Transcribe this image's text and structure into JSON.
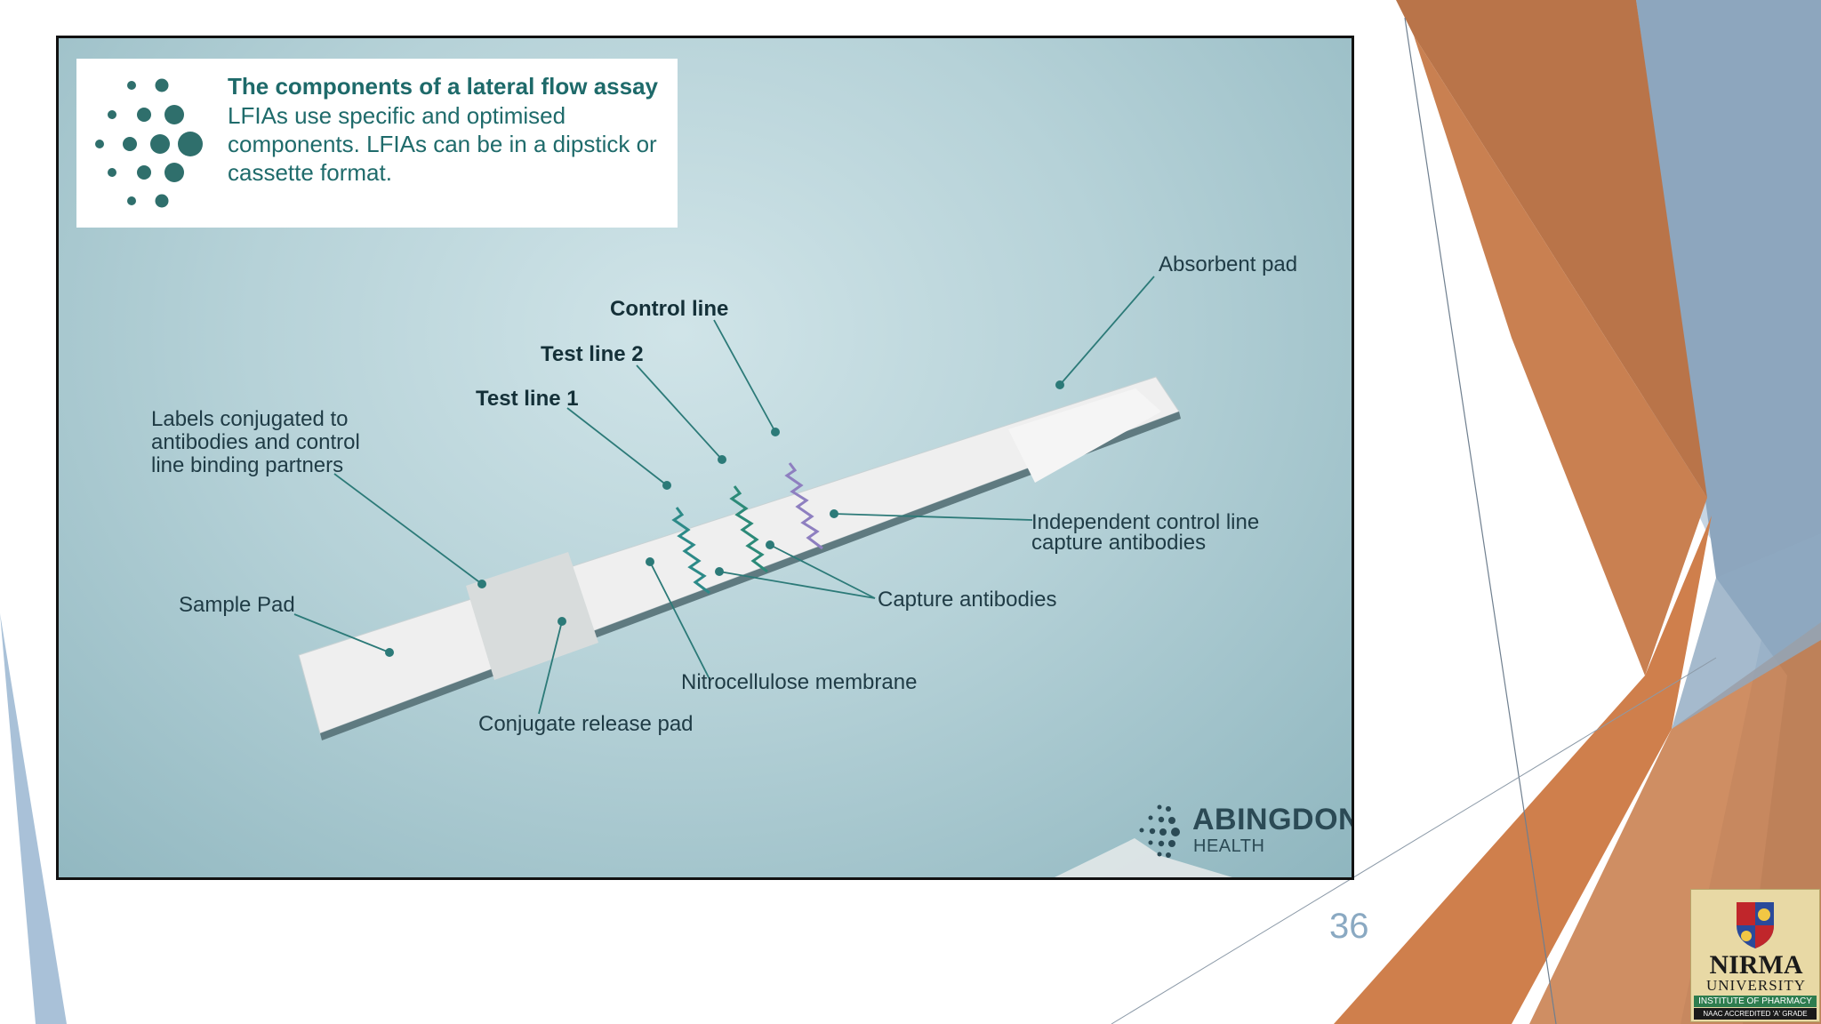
{
  "infobox": {
    "title": "The components of a lateral flow assay",
    "body": "LFIAs use specific and optimised components. LFIAs can be in a dipstick or cassette format."
  },
  "labels": {
    "absorbent_pad": "Absorbent pad",
    "control_line": "Control line",
    "test_line_2": "Test line 2",
    "test_line_1": "Test line 1",
    "labels_conjugated": [
      "Labels conjugated to",
      "antibodies and control",
      "line binding partners"
    ],
    "independent_control": [
      "Independent control line",
      "capture antibodies"
    ],
    "sample_pad": "Sample Pad",
    "capture_antibodies": "Capture antibodies",
    "nitrocellulose_membrane": "Nitrocellulose membrane",
    "conjugate_release_pad": "Conjugate release pad"
  },
  "brand": {
    "name": "ABINGDON",
    "sub": "HEALTH"
  },
  "slide": {
    "page_number": "36"
  },
  "logo": {
    "name": "NIRMA",
    "sub": "UNIVERSITY",
    "institute": "INSTITUTE OF PHARMACY",
    "accreditation": "NAAC ACCREDITED 'A' GRADE"
  },
  "colors": {
    "accent_teal": "#2c7a78",
    "orange": "#c8743f",
    "slate_blue": "#8fa9c0",
    "line_purple": "#8e7fc0"
  }
}
